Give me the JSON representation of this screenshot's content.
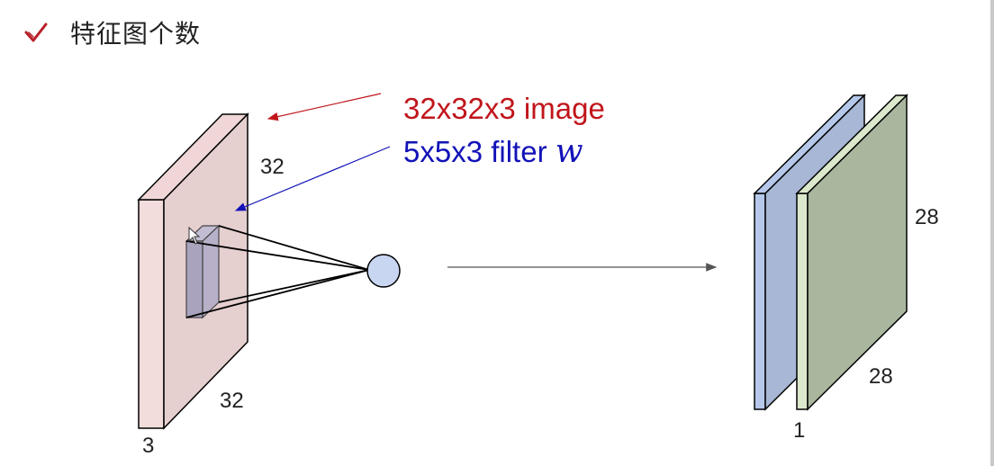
{
  "header": {
    "icon": "check-icon",
    "title": "特征图个数",
    "accent_color": "#b8202a"
  },
  "labels": {
    "image_caption": "32x32x3 image",
    "filter_caption": "5x5x3 filter",
    "filter_symbol": "w",
    "input_height": "32",
    "input_width": "32",
    "input_depth": "3",
    "output_height": "28",
    "output_width": "28",
    "output_depth": "1"
  },
  "colors": {
    "image_caption": "#c0151b",
    "filter_caption": "#1212b8",
    "input_volume": "#e6cfcf",
    "filter_block": "#a9a3be",
    "neuron": "#c9d6f2",
    "output_map_1": "#a7b7d5",
    "output_map_2": "#a9b79e"
  }
}
